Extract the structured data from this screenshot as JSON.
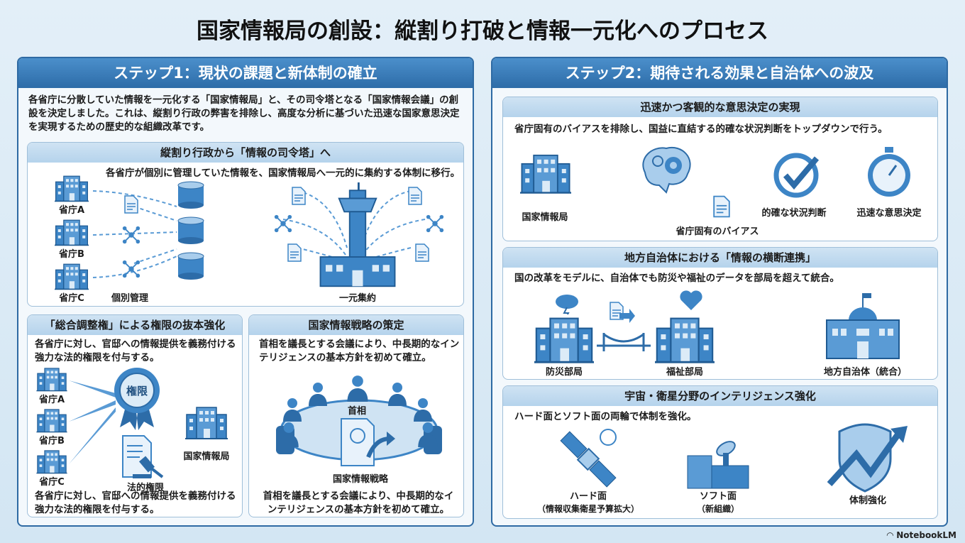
{
  "title": "国家情報局の創設：縦割り打破と情報一元化へのプロセス",
  "step1": {
    "header": "ステップ1：現状の課題と新体制の確立",
    "intro": "各省庁に分散していた情報を一元化する「国家情報局」と、その司令塔となる「国家情報会議」の創設を決定しました。これは、縦割り行政の弊害を排除し、高度な分析に基づいた迅速な国家意思決定を実現するための歴史的な組織改革です。",
    "box1": {
      "title": "縦割り行政から「情報の司令塔」へ",
      "desc": "各省庁が個別に管理していた情報を、国家情報局へ一元的に集約する体制に移行。",
      "ministries": [
        "省庁A",
        "省庁B",
        "省庁C"
      ],
      "individual": "個別管理",
      "centralized": "一元集約"
    },
    "box2": {
      "title": "「総合調整権」による権限の抜本強化",
      "desc": "各省庁に対し、官邸への情報提供を義務付ける強力な法的権限を付与する。",
      "ministries": [
        "省庁A",
        "省庁B",
        "省庁C"
      ],
      "badge": "権限",
      "legal": "法的権限",
      "agency": "国家情報局",
      "footer": "各省庁に対し、官邸への情報提供を義務付ける強力な法的権限を付与する。"
    },
    "box3": {
      "title": "国家情報戦略の策定",
      "desc": "首相を議長とする会議により、中長期的なインテリジェンスの基本方針を初めて確立。",
      "pm": "首相",
      "strategy": "国家情報戦略",
      "footer": "首相を議長とする会議により、中長期的なインテリジェンスの基本方針を初めて確立。"
    }
  },
  "step2": {
    "header": "ステップ2：期待される効果と自治体への波及",
    "boxA": {
      "title": "迅速かつ客観的な意思決定の実現",
      "desc": "省庁固有のバイアスを排除し、国益に直結する的確な状況判断をトップダウンで行う。",
      "labels": [
        "国家情報局",
        "省庁固有のバイアス",
        "的確な状況判断",
        "迅速な意思決定"
      ]
    },
    "boxB": {
      "title": "地方自治体における「情報の横断連携」",
      "desc": "国の改革をモデルに、自治体でも防災や福祉のデータを部局を超えて統合。",
      "labels": [
        "防災部局",
        "福祉部局",
        "地方自治体（統合）"
      ]
    },
    "boxC": {
      "title": "宇宙・衛星分野のインテリジェンス強化",
      "desc": "ハード面とソフト面の両輪で体制を強化。",
      "hard": "ハード面",
      "hard_sub": "（情報収集衛星予算拡大）",
      "soft": "ソフト面",
      "soft_sub": "（新組織）",
      "strength": "体制強化"
    }
  },
  "branding": "NotebookLM",
  "colors": {
    "primary": "#2e6aa3",
    "icon": "#3d85c6",
    "light": "#b5d3ec"
  }
}
